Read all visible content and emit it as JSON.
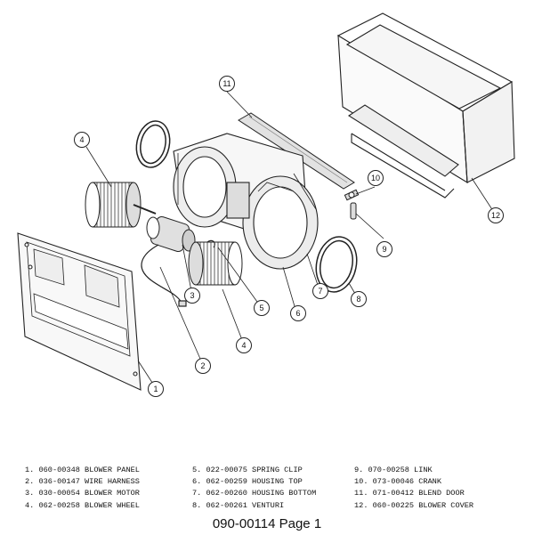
{
  "callouts": [
    "1",
    "2",
    "3",
    "4",
    "5",
    "6",
    "7",
    "8",
    "9",
    "10",
    "11",
    "12"
  ],
  "parts_list": [
    [
      "1. 060-00348 BLOWER PANEL",
      "2. 036-00147 WIRE HARNESS",
      "3. 030-00054 BLOWER MOTOR",
      "4. 062-00258 BLOWER WHEEL"
    ],
    [
      "5. 022-00075 SPRING CLIP",
      "6. 062-00259 HOUSING TOP",
      "7. 062-00260 HOUSING BOTTOM",
      "8. 062-00261 VENTURI"
    ],
    [
      "9. 070-00258 LINK",
      "10. 073-00046 CRANK",
      "11. 071-00412 BLEND DOOR",
      "12. 060-00225 BLOWER COVER"
    ]
  ],
  "page_label": "090-00114 Page 1"
}
